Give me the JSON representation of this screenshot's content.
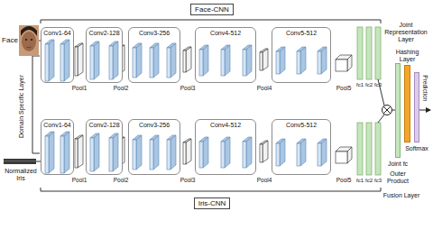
{
  "diagram": {
    "nodes": [
      {
        "text": [
          "Conv1-64"
        ]
      },
      {
        "text": [
          "Conv2-128"
        ]
      },
      {
        "text": [
          "Conv3-256"
        ]
      },
      {
        "text": [
          "Conv4-512"
        ]
      },
      {
        "text": [
          "Conv5-512"
        ]
      },
      {
        "text": [
          "Conv1-64"
        ]
      },
      {
        "text": [
          "Conv2-128"
        ]
      },
      {
        "text": [
          "Conv3-256"
        ]
      },
      {
        "text": [
          "Conv4-512"
        ]
      },
      {
        "text": [
          "Conv5-512"
        ]
      },
      {
        "text": [
          "Joint fc"
        ]
      },
      {
        "text": [
          "Hashing Layer"
        ]
      },
      {
        "text": [
          "Softmax"
        ]
      }
    ],
    "labels": [
      "Face-CNN",
      "Face",
      "Pool1",
      "Pool2",
      "Pool3",
      "Pool4",
      "Pool5",
      "fc1",
      "fc2",
      "fc3",
      "Domain Specific Layer",
      "Normalized Iris",
      "Pool1",
      "Pool2",
      "Pool3",
      "Pool4",
      "Pool5",
      "fc1",
      "fc2",
      "fc3",
      "Iris-CNN",
      "Joint Representation Layer",
      "Prediction",
      "Outer Product",
      "Fusion Layer"
    ]
  }
}
